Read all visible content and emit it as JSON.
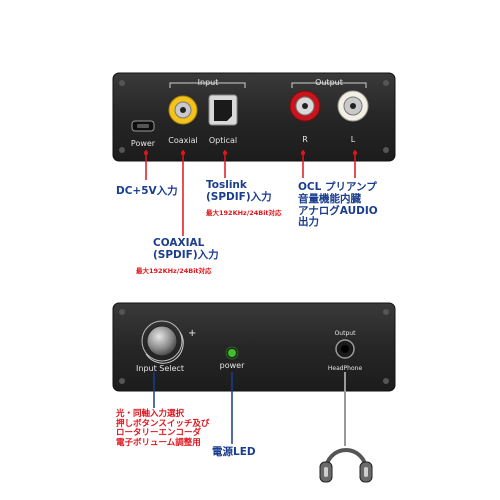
{
  "top_panel": {
    "input_group_label": "Input",
    "output_group_label": "Output",
    "port_labels": {
      "power": "Power",
      "coaxial": "Coaxial",
      "optical": "Optical",
      "right": "R",
      "left": "L"
    }
  },
  "callouts": {
    "dc_power": "DC+5V入力",
    "toslink_line1": "Toslink",
    "toslink_line2": "(SPDIF)入力",
    "toslink_note": "最大192KHz/24Bit対応",
    "coaxial_line1": "COAXIAL",
    "coaxial_line2": "(SPDIF)入力",
    "coaxial_note": "最大192KHz/24Bit対応",
    "ocl_lines": [
      "OCL プリアンプ",
      "音量機能内臓",
      "アナログAUDIO",
      "出力"
    ],
    "knob_lines": [
      "光・同軸入力選択",
      "押しボタンスイッチ及び",
      "ロータリーエンコーダ",
      "電子ボリューム調整用"
    ],
    "led_label": "電源LED"
  },
  "bottom_panel": {
    "knob_label": "Input Select",
    "knob_plus": "+",
    "power_label": "power",
    "output_label": "Output",
    "headphone_label": "HeadPhone"
  },
  "colors": {
    "panel": "#262626",
    "callout_blue": "#1a3d8f",
    "callout_red": "#e0151c",
    "rca_red": "#c8141c",
    "rca_yellow": "#f3c21b",
    "rca_white": "#f2efe6",
    "led_green": "#3fbf2a"
  },
  "icons": [
    "usb-port-icon",
    "rca-jack-icon",
    "optical-port-icon",
    "rotary-knob-icon",
    "led-icon",
    "headphone-jack-icon",
    "headphones-icon"
  ]
}
